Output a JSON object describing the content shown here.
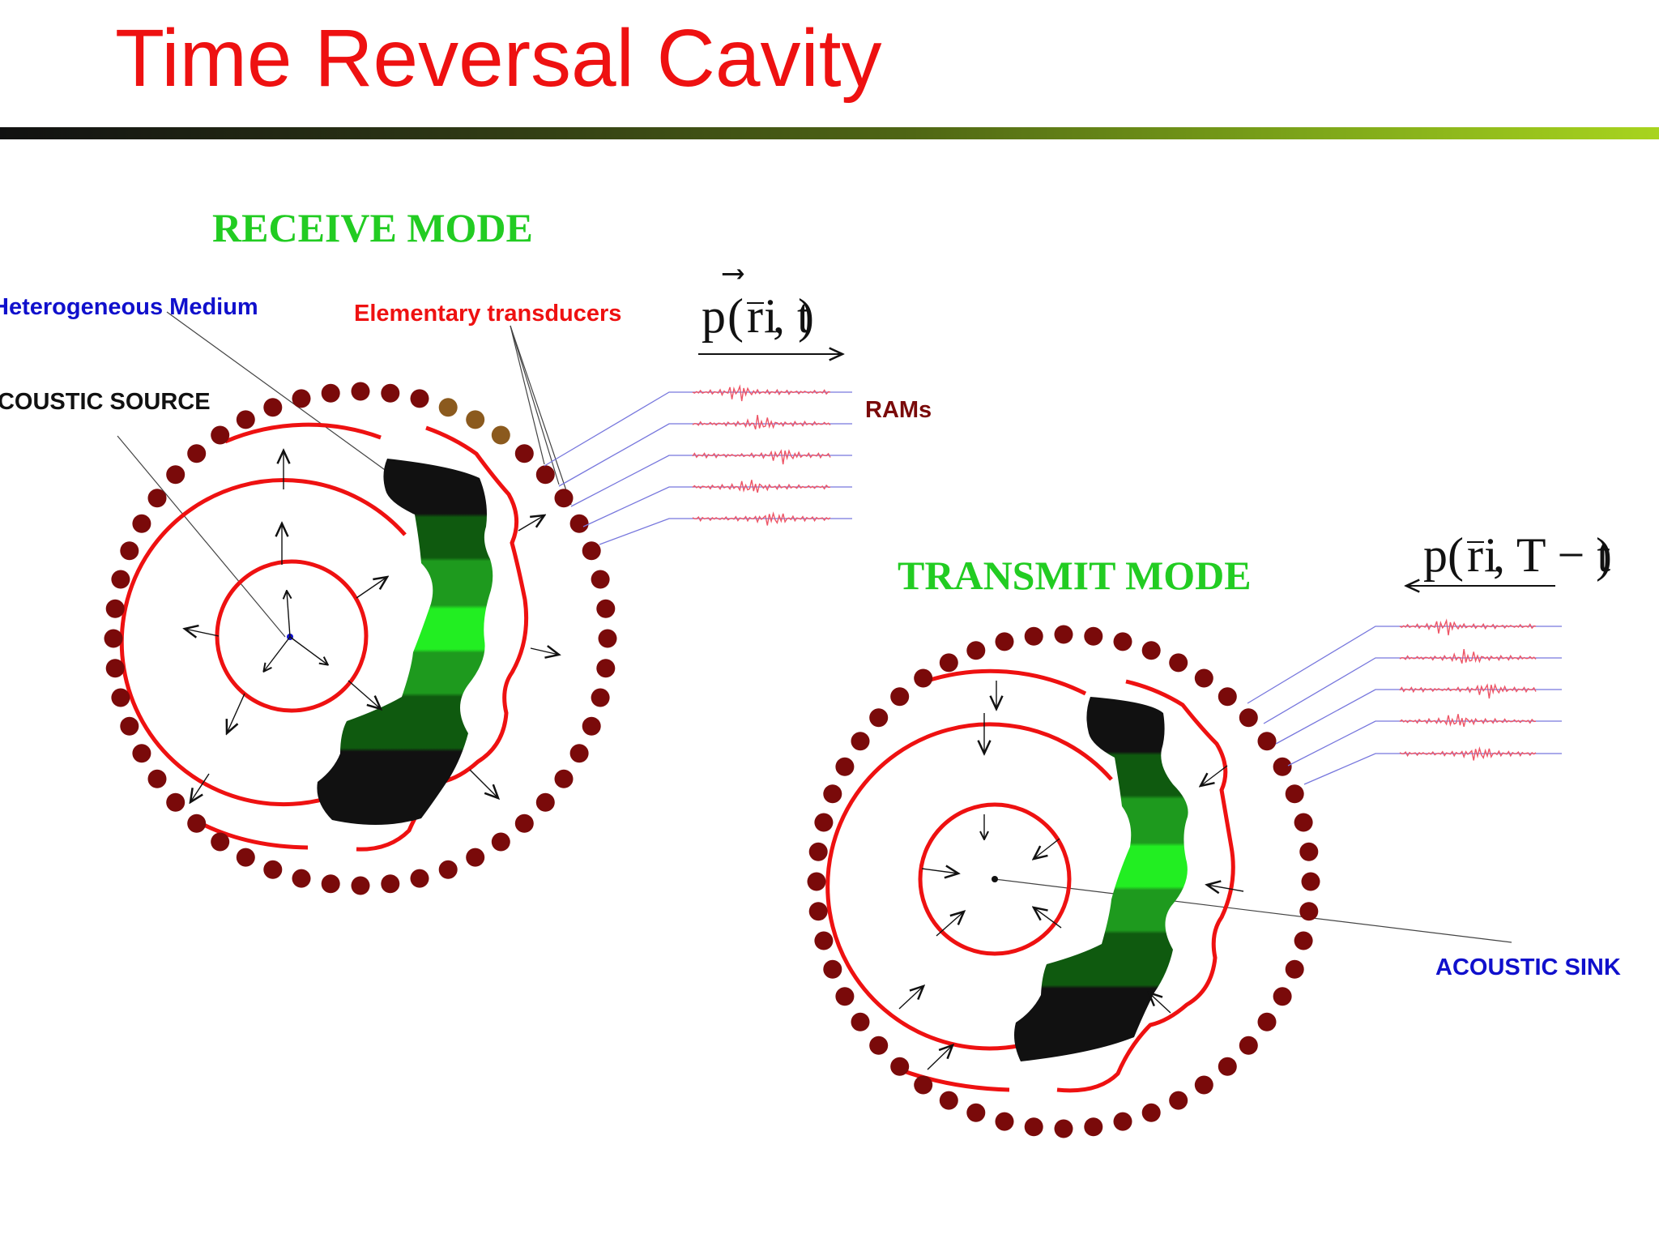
{
  "slide": {
    "title": "Time Reversal Cavity",
    "colors": {
      "title": "#ee1111",
      "mode_heading": "#22cc22",
      "medium_label": "#1010cc",
      "transducer_label": "#ee1111",
      "rams_label": "#7a0a0a",
      "transducer_dot": "#7a0a0a",
      "active_transducer_dot": "#8b5a1e",
      "wavefront": "#ee1111",
      "medium_dark": "#0f5a0f",
      "medium_mid": "#1e9a1e",
      "medium_light": "#22ee22",
      "signal_trace": "#ee5566",
      "signal_line": "#7777dd"
    }
  },
  "receive": {
    "heading": "RECEIVE MODE",
    "medium_label": "Heterogeneous Medium",
    "transducers_label": "Elementary transducers",
    "source_label": "ACOUSTIC  SOURCE",
    "rams_label": "RAMs",
    "equation": {
      "main": "p",
      "vec": "r",
      "sub": "i",
      "rest": ", t"
    },
    "signal_count": 5
  },
  "transmit": {
    "heading": "TRANSMIT MODE",
    "sink_label": "ACOUSTIC SINK",
    "equation": {
      "main": "p",
      "vec": "r",
      "sub": "i",
      "rest": ", T − t"
    },
    "signal_count": 5
  }
}
